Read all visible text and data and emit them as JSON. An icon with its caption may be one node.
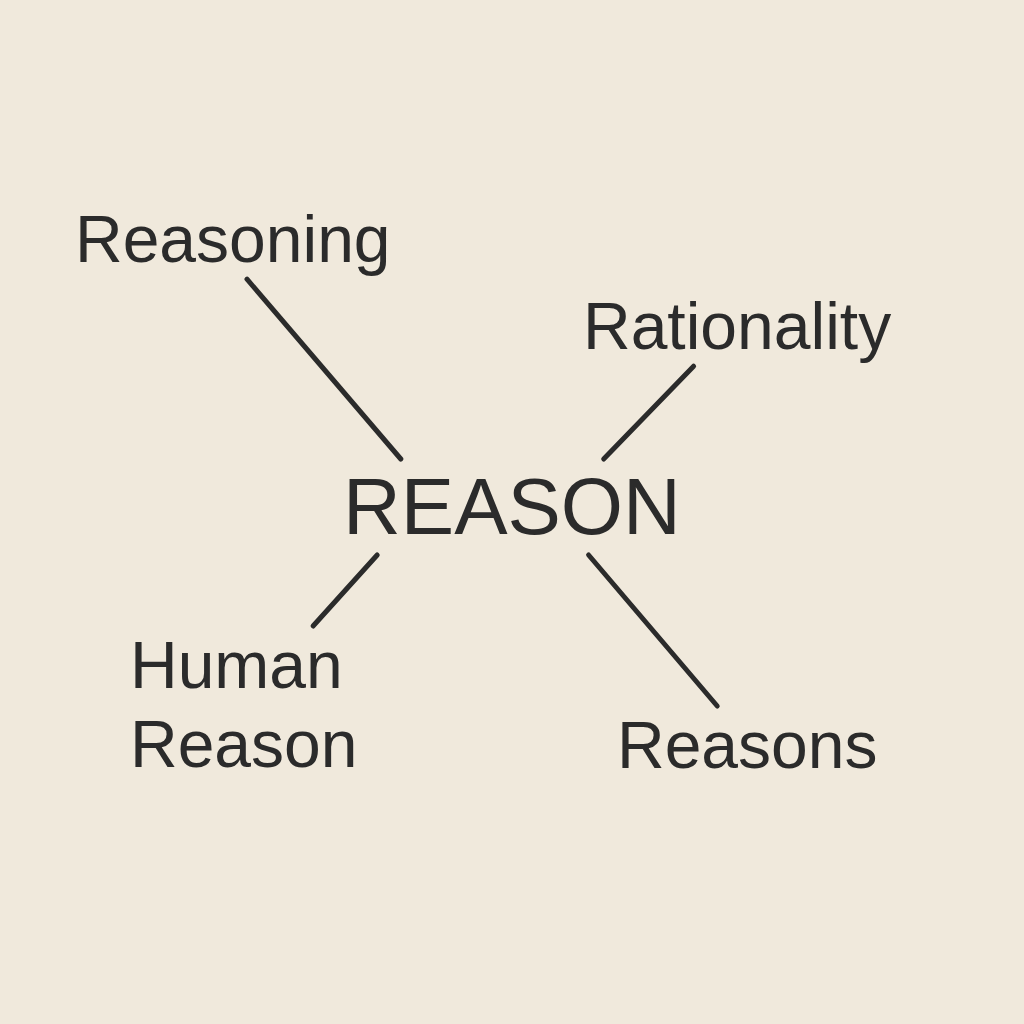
{
  "diagram": {
    "nodes": [
      {
        "text": [
          "Reasoning"
        ]
      },
      {
        "text": [
          "Rationality"
        ]
      },
      {
        "text": [
          "REASON"
        ]
      },
      {
        "text": [
          "Human Reason"
        ]
      },
      {
        "text": [
          "Reasons"
        ]
      }
    ],
    "edges": [
      {
        "from": 2,
        "to": 0,
        "arrow": "none"
      },
      {
        "from": 2,
        "to": 1,
        "arrow": "none"
      },
      {
        "from": 2,
        "to": 3,
        "arrow": "none"
      },
      {
        "from": 2,
        "to": 4,
        "arrow": "none"
      }
    ]
  }
}
